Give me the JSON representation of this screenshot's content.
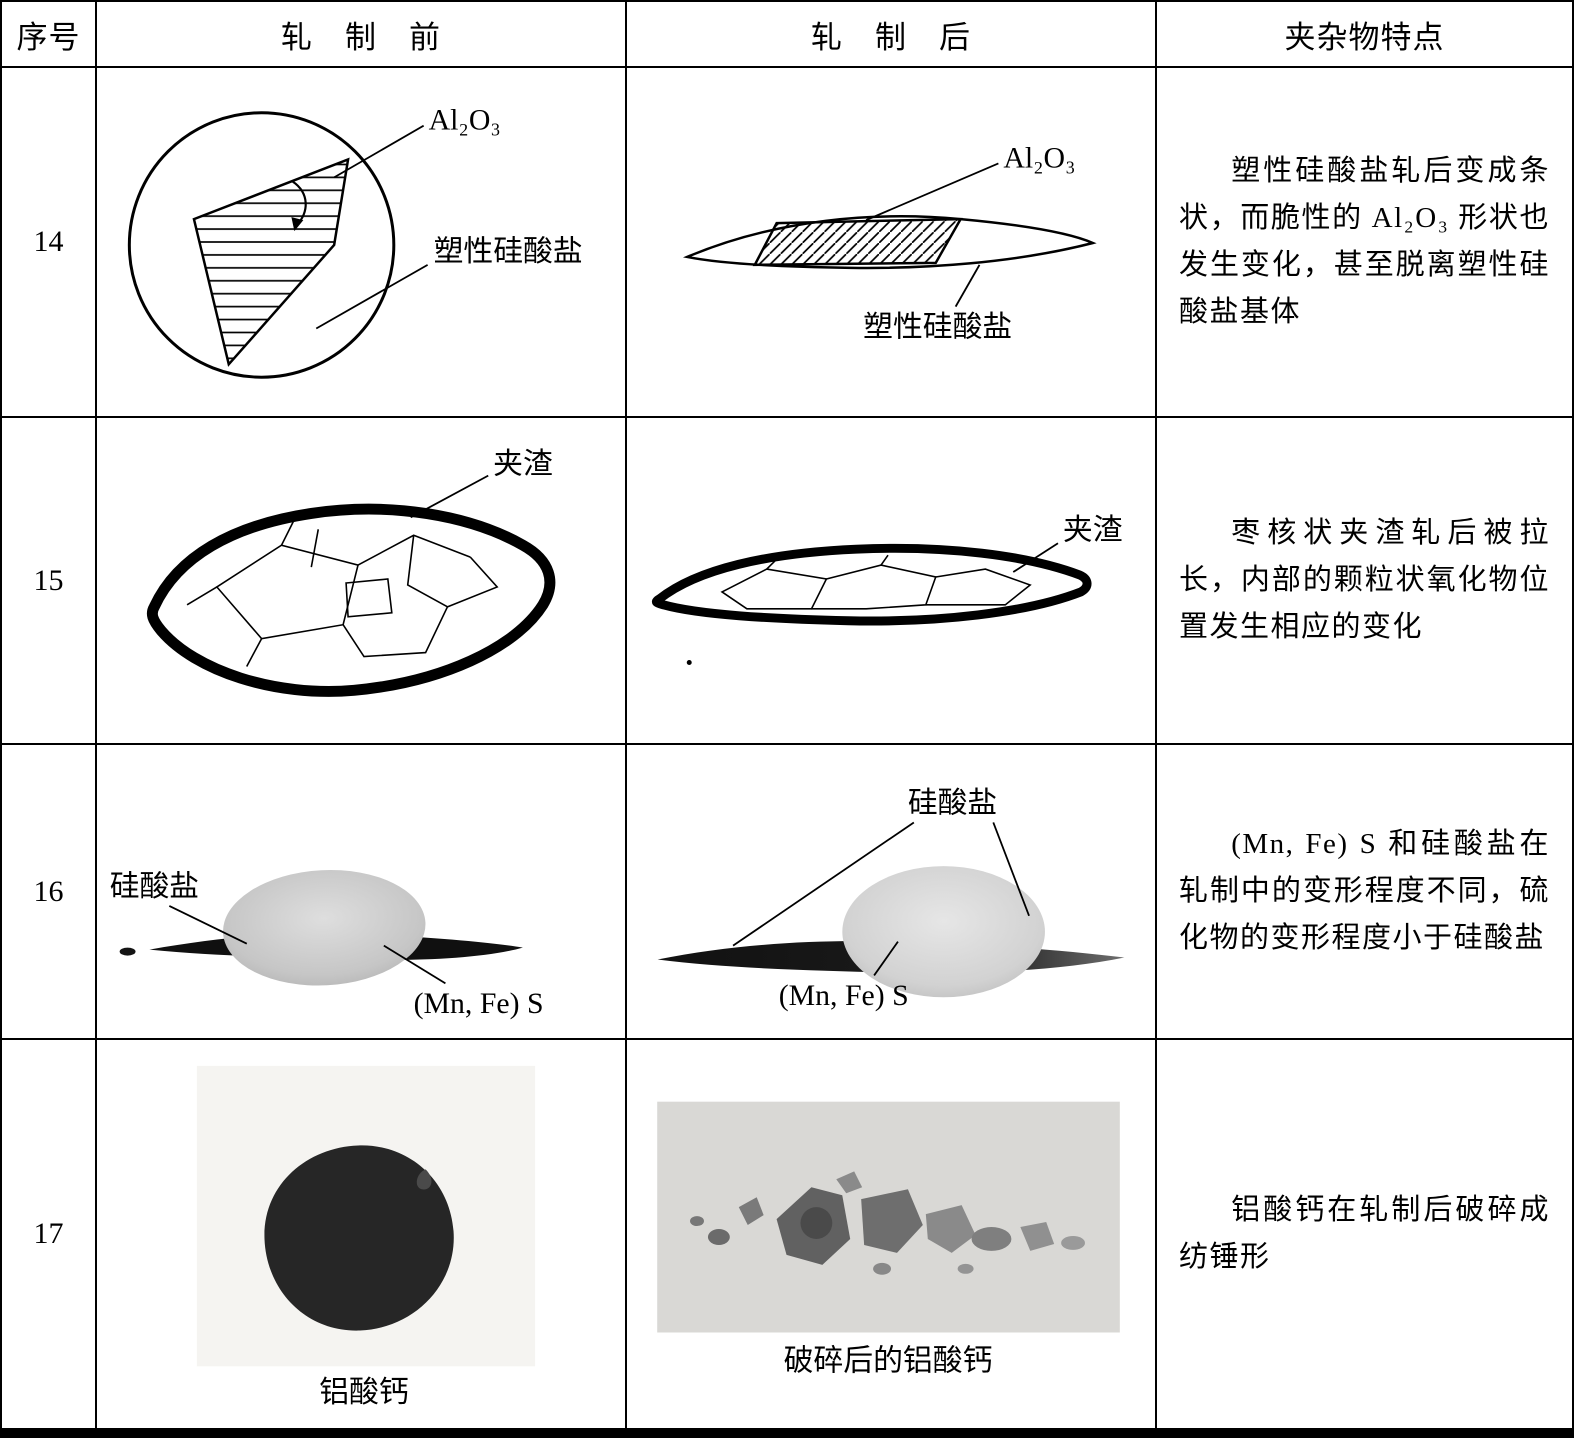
{
  "header": {
    "col_no": "序号",
    "col_before": "轧　制　前",
    "col_after": "轧　制　后",
    "col_feature": "夹杂物特点"
  },
  "rows": {
    "r14": {
      "no": "14",
      "before": {
        "al2o3": "Al₂O₃",
        "silicate": "塑性硅酸盐"
      },
      "after": {
        "al2o3": "Al₂O₃",
        "silicate": "塑性硅酸盐"
      },
      "desc": "塑性硅酸盐轧后变成条状，而脆性的 Al₂O₃ 形状也发生变化，甚至脱离塑性硅酸盐基体"
    },
    "r15": {
      "no": "15",
      "before": {
        "slag": "夹渣"
      },
      "after": {
        "slag": "夹渣"
      },
      "desc": "枣核状夹渣轧后被拉长，内部的颗粒状氧化物位置发生相应的变化"
    },
    "r16": {
      "no": "16",
      "before": {
        "silicate": "硅酸盐",
        "mnfes": "(Mn, Fe) S"
      },
      "after": {
        "silicate": "硅酸盐",
        "mnfes": "(Mn, Fe) S"
      },
      "desc": "(Mn, Fe) S 和硅酸盐在轧制中的变形程度不同，硫化物的变形程度小于硅酸盐"
    },
    "r17": {
      "no": "17",
      "before": {
        "caption": "铝酸钙"
      },
      "after": {
        "caption": "破碎后的铝酸钙"
      },
      "desc": "铝酸钙在轧制后破碎成纺锤形"
    }
  }
}
